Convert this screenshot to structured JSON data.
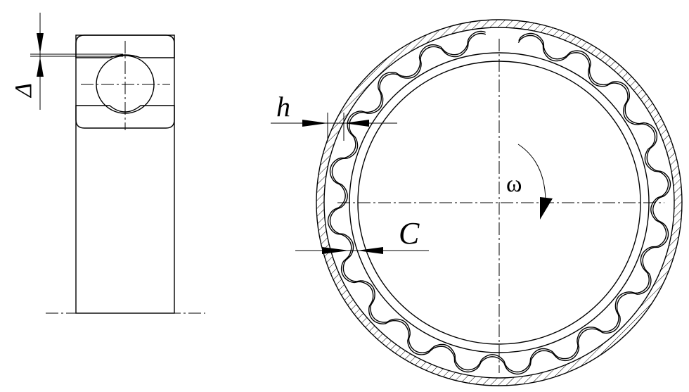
{
  "labels": {
    "delta": "Δ",
    "h": "h",
    "omega": "ω",
    "c": "C"
  },
  "colors": {
    "line": "#000000",
    "background": "#ffffff"
  }
}
